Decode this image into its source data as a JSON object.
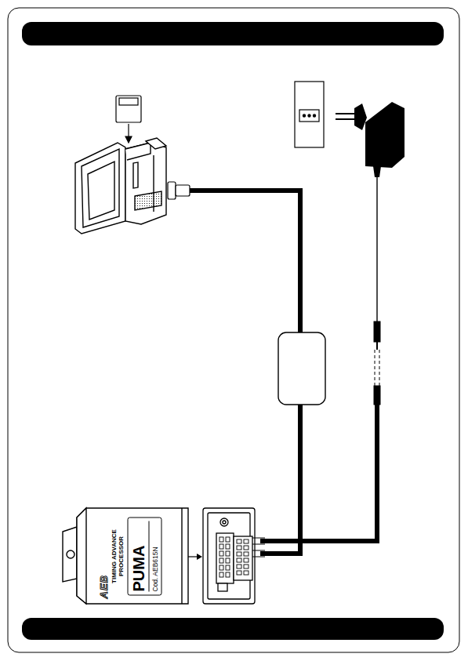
{
  "diagram": {
    "nodes": [
      {
        "text": [
          "AEB",
          "TIMING ADVANCE PROCESSOR",
          "PUMA",
          "Cod. AEB615N"
        ]
      }
    ]
  }
}
